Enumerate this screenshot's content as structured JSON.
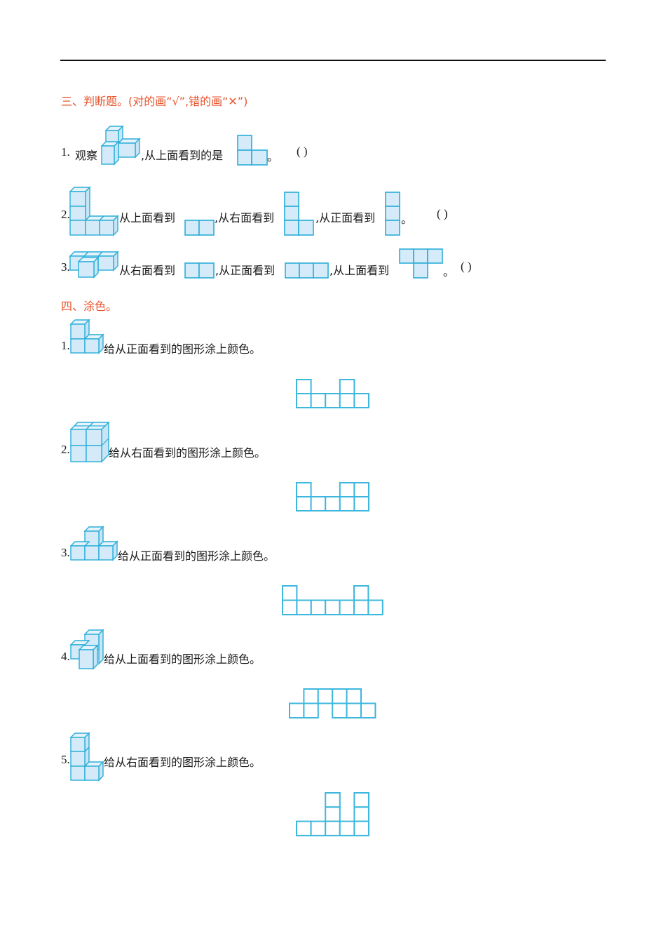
{
  "section3": {
    "title": "三、判断题。(对的画“√”,错的画“✕”)",
    "q1": {
      "num": "1.",
      "t1": "观察",
      "t2": ",从上面看到的是",
      "end": "。",
      "answer_blank": "(        )"
    },
    "q2": {
      "num": "2.",
      "t1": "从上面看到",
      "t2": ",从右面看到",
      "t3": ",从正面看到",
      "end": "。",
      "answer_blank": "(        )"
    },
    "q3": {
      "num": "3.",
      "t1": "从右面看到",
      "t2": ",从正面看到",
      "t3": ",从上面看到",
      "end": "。",
      "answer_blank": "(        )"
    }
  },
  "section4": {
    "title": "四、涂色。",
    "items": [
      {
        "num": "1.",
        "text": "给从正面看到的图形涂上颜色。",
        "grid": {
          "cols": 5,
          "rows": 2,
          "cells": [
            [
              0,
              0
            ],
            [
              3,
              0
            ],
            [
              0,
              1
            ],
            [
              1,
              1
            ],
            [
              2,
              1
            ],
            [
              3,
              1
            ],
            [
              4,
              1
            ]
          ]
        }
      },
      {
        "num": "2.",
        "text": "给从右面看到的图形涂上颜色。",
        "grid": {
          "cols": 5,
          "rows": 2,
          "cells": [
            [
              0,
              0
            ],
            [
              3,
              0
            ],
            [
              4,
              0
            ],
            [
              0,
              1
            ],
            [
              1,
              1
            ],
            [
              2,
              1
            ],
            [
              3,
              1
            ],
            [
              4,
              1
            ]
          ]
        }
      },
      {
        "num": "3.",
        "text": "给从正面看到的图形涂上颜色。",
        "grid": {
          "cols": 7,
          "rows": 2,
          "cells": [
            [
              0,
              0
            ],
            [
              5,
              0
            ],
            [
              0,
              1
            ],
            [
              1,
              1
            ],
            [
              2,
              1
            ],
            [
              3,
              1
            ],
            [
              4,
              1
            ],
            [
              5,
              1
            ],
            [
              6,
              1
            ]
          ]
        }
      },
      {
        "num": "4.",
        "text": "给从上面看到的图形涂上颜色。",
        "grid": {
          "cols": 6,
          "rows": 2,
          "cells": [
            [
              1,
              0
            ],
            [
              2,
              0
            ],
            [
              3,
              0
            ],
            [
              4,
              0
            ],
            [
              0,
              1
            ],
            [
              1,
              1
            ],
            [
              3,
              1
            ],
            [
              4,
              1
            ],
            [
              5,
              1
            ]
          ]
        }
      },
      {
        "num": "5.",
        "text": "给从右面看到的图形涂上颜色。",
        "grid": {
          "cols": 5,
          "rows": 3,
          "cells": [
            [
              2,
              0
            ],
            [
              4,
              0
            ],
            [
              2,
              1
            ],
            [
              4,
              1
            ],
            [
              0,
              2
            ],
            [
              1,
              2
            ],
            [
              2,
              2
            ],
            [
              3,
              2
            ],
            [
              4,
              2
            ]
          ]
        }
      }
    ]
  },
  "colors": {
    "heading": "#e8532b",
    "cube_stroke": "#2aaed8",
    "cube_fill": "#d4eaf8",
    "grid_stroke": "#3db7dd"
  }
}
